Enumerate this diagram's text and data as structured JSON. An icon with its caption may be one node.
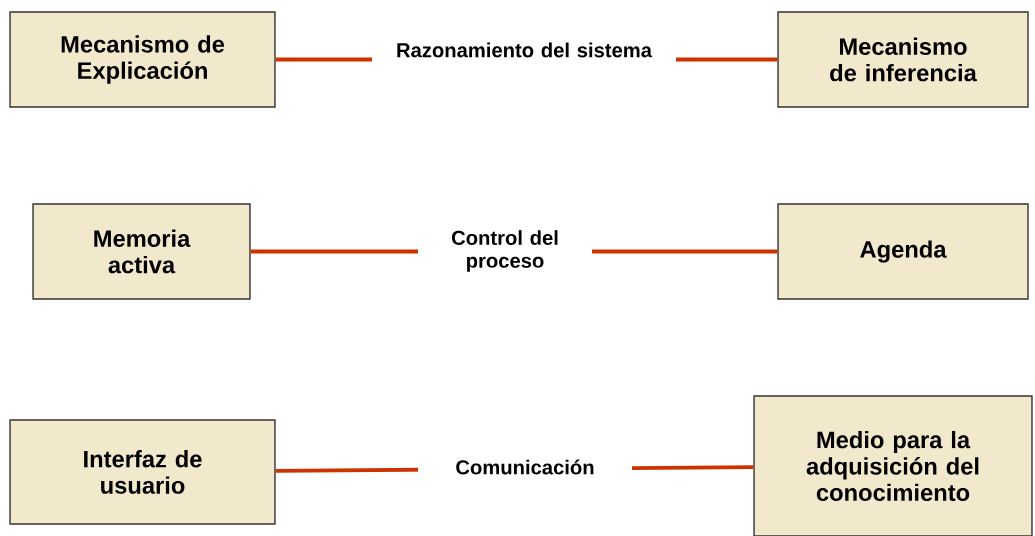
{
  "diagram": {
    "nodes": [
      {
        "text": [
          "Mecanismo de Explicación"
        ]
      },
      {
        "text": [
          "Mecanismo de inferencia"
        ]
      },
      {
        "text": [
          "Memoria activa"
        ]
      },
      {
        "text": [
          "Agenda"
        ]
      },
      {
        "text": [
          "Interfaz de usuario"
        ]
      },
      {
        "text": [
          "Medio para la adquisición del conocimiento"
        ]
      }
    ],
    "edges": [
      {
        "from": 0,
        "to": 1,
        "arrow": "none",
        "label": "Razonamiento del sistema"
      },
      {
        "from": 2,
        "to": 3,
        "arrow": "none",
        "label": "Control del proceso"
      },
      {
        "from": 4,
        "to": 5,
        "arrow": "none",
        "label": "Comunicación"
      }
    ]
  }
}
